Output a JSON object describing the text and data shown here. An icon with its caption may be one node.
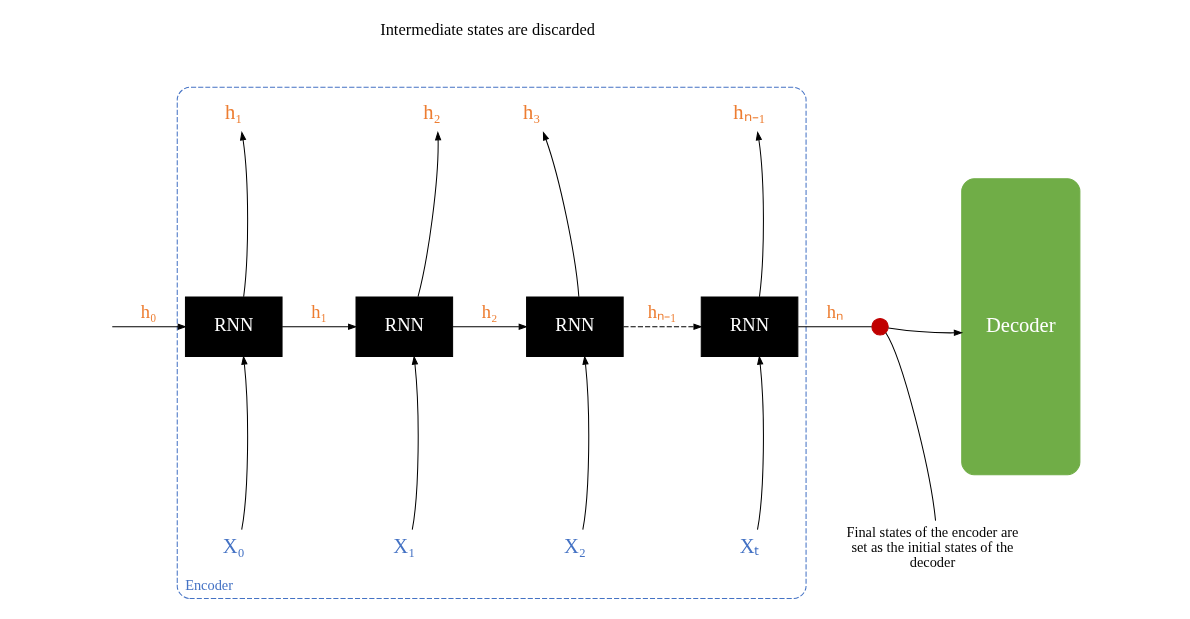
{
  "diagram": {
    "nodes": [
      {
        "text": [
          "Encoder"
        ]
      },
      {
        "text": [
          "h₁"
        ],
        "in": 0
      },
      {
        "text": [
          "h₂"
        ],
        "in": 0
      },
      {
        "text": [
          "h₃"
        ],
        "in": 0
      },
      {
        "text": [
          "hₙ₋₁"
        ],
        "in": 0
      },
      {
        "text": [
          "RNN"
        ],
        "in": 0
      },
      {
        "text": [
          "RNN"
        ],
        "in": 0
      },
      {
        "text": [
          "RNN"
        ],
        "in": 0
      },
      {
        "text": [
          "RNN"
        ],
        "in": 0
      },
      {
        "text": [
          "X₀"
        ],
        "in": 0
      },
      {
        "text": [
          "X₁"
        ],
        "in": 0
      },
      {
        "text": [
          "X₂"
        ],
        "in": 0
      },
      {
        "text": [
          "Xₜ"
        ],
        "in": 0
      },
      {
        "text": [],
        "shape": "circle"
      },
      {
        "text": [
          "Decoder"
        ]
      },
      {
        "text": [
          "Final states of the encoder are set as the initial states of the decoder"
        ]
      }
    ],
    "edges": [
      {
        "from": null,
        "to": 5,
        "arrow": "to",
        "label": "h₀"
      },
      {
        "from": 5,
        "to": 6,
        "arrow": "to",
        "label": "h₁"
      },
      {
        "from": 6,
        "to": 7,
        "arrow": "to",
        "label": "h₂"
      },
      {
        "from": 7,
        "to": 8,
        "arrow": "to",
        "label": "hₙ₋₁",
        "style": "dashed"
      },
      {
        "from": 8,
        "to": 13,
        "arrow": "none",
        "label": "hₙ"
      },
      {
        "from": 13,
        "to": 14,
        "arrow": "to"
      },
      {
        "from": 5,
        "to": 1,
        "arrow": "to"
      },
      {
        "from": 6,
        "to": 2,
        "arrow": "to"
      },
      {
        "from": 7,
        "to": 3,
        "arrow": "to"
      },
      {
        "from": 8,
        "to": 4,
        "arrow": "to"
      },
      {
        "from": 9,
        "to": 5,
        "arrow": "to"
      },
      {
        "from": 10,
        "to": 6,
        "arrow": "to"
      },
      {
        "from": 11,
        "to": 7,
        "arrow": "to"
      },
      {
        "from": 12,
        "to": 8,
        "arrow": "to"
      },
      {
        "from": 15,
        "to": 13,
        "arrow": "none"
      }
    ],
    "labels": [
      "Intermediate states are discarded"
    ]
  }
}
